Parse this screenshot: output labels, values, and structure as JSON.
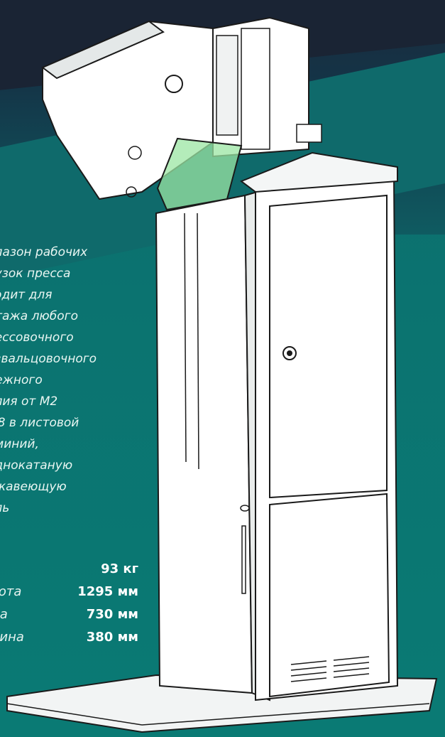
{
  "description": "апазон рабочих\nрузок пресса\nходит для\nнтажа любого\nрессовочного\nазвальцовочного\nпежного\nелия от М2\nМ8 в листовой\nоминий,\nоднокатаную\nржавеющую\nаль",
  "specs": [
    {
      "label": "",
      "value": "93 кг"
    },
    {
      "label": "сота",
      "value": "1295 мм"
    },
    {
      "label": "на",
      "value": "730 мм"
    },
    {
      "label": "рина",
      "value": "380 мм"
    }
  ],
  "colors": {
    "background_top": "#1b2a3c",
    "background_bottom": "#0a7a74",
    "accent_green": "#79e07a"
  }
}
